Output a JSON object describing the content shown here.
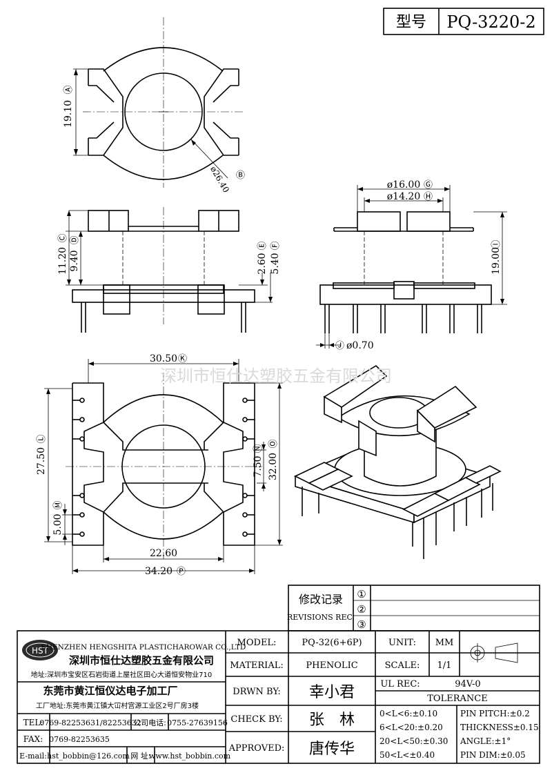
{
  "header": {
    "model_label": "型号",
    "model_code": "PQ-3220-2"
  },
  "watermark": "深圳市恒仕达塑胶五金有限公司",
  "dimensions": {
    "A": {
      "value": "19.10",
      "tag": "Ⓐ"
    },
    "B": {
      "value": "ø26.40",
      "tag": "Ⓑ"
    },
    "C": {
      "value": "11.20",
      "tag": "Ⓒ"
    },
    "D": {
      "value": "9.40",
      "tag": "Ⓓ"
    },
    "E": {
      "value": "2.60",
      "tag": "Ⓔ"
    },
    "F": {
      "value": "5.40",
      "tag": "Ⓕ"
    },
    "G": {
      "value": "ø16.00",
      "tag": "Ⓖ"
    },
    "H": {
      "value": "ø14.20",
      "tag": "Ⓗ"
    },
    "I": {
      "value": "19.00",
      "tag": "Ⓘ"
    },
    "J": {
      "value": "ø0.70",
      "tag": "Ⓙ"
    },
    "K": {
      "value": "30.50",
      "tag": "Ⓚ"
    },
    "L": {
      "value": "27.50",
      "tag": "Ⓛ"
    },
    "M": {
      "value": "5.00",
      "tag": "Ⓜ"
    },
    "N": {
      "value": "7.50",
      "tag": "Ⓝ"
    },
    "O": {
      "value": "32.00",
      "tag": "Ⓞ"
    },
    "P": {
      "value": "34.20",
      "tag": "Ⓟ"
    },
    "plain": {
      "value": "22.60"
    }
  },
  "revisions": {
    "title_cn": "修改记录",
    "title_en": "REVISIONS REC.",
    "rows": [
      "①",
      "②",
      "③"
    ]
  },
  "company": {
    "logo": "HST",
    "name_en": "SHENZHEN HENGSHITA PLASTICHAROWAR CO.,LTD",
    "name_cn": "深圳市恒仕达塑胶五金有限公司",
    "address1": "地址:深圳市宝安区石岩街道上屋社区田心大道恒安物业710",
    "factory": "东莞市黄江恒仪达电子加工厂",
    "address2": "工厂地址:东莞市黄江镇大冚村宫源工业区2号厂房3楼"
  },
  "contacts": {
    "tel_label": "TEL:",
    "tel": "0769-82253631/82253632",
    "company_phone_label": "公司电话:",
    "company_phone": "0755-27639156",
    "fax_label": "FAX:",
    "fax": "0769-82253635",
    "email_label": "E-mail:",
    "email": "hst_bobbin@126.com",
    "web_label": "网 址:",
    "web": "www.hst_bobbin.com"
  },
  "spec": {
    "model_label": "MODEL:",
    "model": "PQ-32(6+6P)",
    "material_label": "MATERIAL:",
    "material": "PHENOLIC",
    "drawn_label": "DRWN BY:",
    "drawn": "幸小君",
    "check_label": "CHECK BY:",
    "check": "张　林",
    "approved_label": "APPROVED:",
    "approved": "唐传华",
    "unit_label": "UNIT:",
    "unit": "MM",
    "scale_label": "SCALE:",
    "scale": "1/1",
    "ul_label": "UL REC:",
    "ul": "94V-0",
    "tolerance_label": "TOLERANCE",
    "tol": [
      "0<L<6:±0.10",
      "6<L<20:±0.20",
      "20<L<50:±0.30",
      "50<L<±0.40"
    ],
    "pin": [
      "PIN PITCH:±0.2",
      "THICKNESS±0.15",
      "ANGLE:±1°",
      "PIN DIM:±0.05"
    ]
  }
}
